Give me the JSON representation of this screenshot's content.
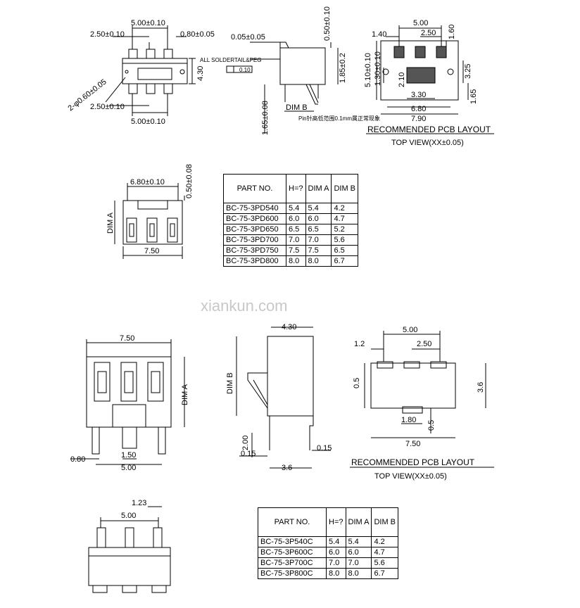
{
  "watermark": "xiankun.com",
  "top_side_view": {
    "w_total": "5.00±0.10",
    "pitch": "2.50±0.10",
    "pin_w": "0.80±0.05",
    "height": "4.30",
    "hole": "2-φ0.60±0.05",
    "pitch_bottom": "2.50±0.10",
    "w_total_bottom": "5.00±0.10"
  },
  "top_profile_view": {
    "coplanarity": "0.05±0.05",
    "solder_note": "ALL SOLDERTAIL&PEG",
    "flatness": "0.10",
    "top_dim": "0.50±0.10",
    "dim_185": "1.85±0.2",
    "dim_165": "1.65±0.08",
    "dim_b": "DIM B",
    "note_cn": "Pin针高低范围0.1mm属正常现象"
  },
  "top_pcb_layout": {
    "d500": "5.00",
    "d140": "1.40",
    "d250": "2.50",
    "d160": "1.60",
    "d510": "5.10±0.10",
    "d130": "1.30±0.10",
    "d210": "2.10",
    "d325": "3.25",
    "d330": "3.30",
    "d680": "6.80",
    "d790": "7.90",
    "d165": "1.65",
    "title": "RECOMMENDED PCB LAYOUT",
    "subtitle": "TOP VIEW(XX±0.05)"
  },
  "top_front_view": {
    "d680": "6.80±0.10",
    "d050": "0.50±0.08",
    "dim_a": "DIM A",
    "d750": "7.50"
  },
  "table1": {
    "headers": [
      "PART NO.",
      "H=?",
      "DIM A",
      "DIM B"
    ],
    "rows": [
      [
        "BC-75-3PD540",
        "5.4",
        "5.4",
        "4.2"
      ],
      [
        "BC-75-3PD600",
        "6.0",
        "6.0",
        "4.7"
      ],
      [
        "BC-75-3PD650",
        "6.5",
        "6.5",
        "5.2"
      ],
      [
        "BC-75-3PD700",
        "7.0",
        "7.0",
        "5.6"
      ],
      [
        "BC-75-3PD750",
        "7.5",
        "7.5",
        "6.5"
      ],
      [
        "BC-75-3PD800",
        "8.0",
        "8.0",
        "6.7"
      ]
    ]
  },
  "bottom_front_view": {
    "d750": "7.50",
    "dim_a": "DIM A",
    "d080": "0.80",
    "d150": "1.50",
    "d500": "5.00"
  },
  "bottom_side_view": {
    "d430": "4.30",
    "dim_b": "DIM B",
    "d200": "2.00",
    "d015a": "0.15",
    "d015b": "0.15",
    "d36": "3.6"
  },
  "bottom_pcb_layout": {
    "d500": "5.00",
    "d12": "1.2",
    "d250": "2.50",
    "d05a": "0.5",
    "d36": "3.6",
    "d180": "1.80",
    "d05b": "0.5",
    "d750": "7.50",
    "title": "RECOMMENDED PCB LAYOUT",
    "subtitle": "TOP VIEW(XX±0.05)"
  },
  "bottom_top_view": {
    "d123": "1.23",
    "d500": "5.00"
  },
  "table2": {
    "headers": [
      "PART NO.",
      "H=?",
      "DIM A",
      "DIM B"
    ],
    "rows": [
      [
        "BC-75-3P540C",
        "5.4",
        "5.4",
        "4.2"
      ],
      [
        "BC-75-3P600C",
        "6.0",
        "6.0",
        "4.7"
      ],
      [
        "BC-75-3P700C",
        "7.0",
        "7.0",
        "5.6"
      ],
      [
        "BC-75-3P800C",
        "8.0",
        "8.0",
        "6.7"
      ]
    ]
  }
}
